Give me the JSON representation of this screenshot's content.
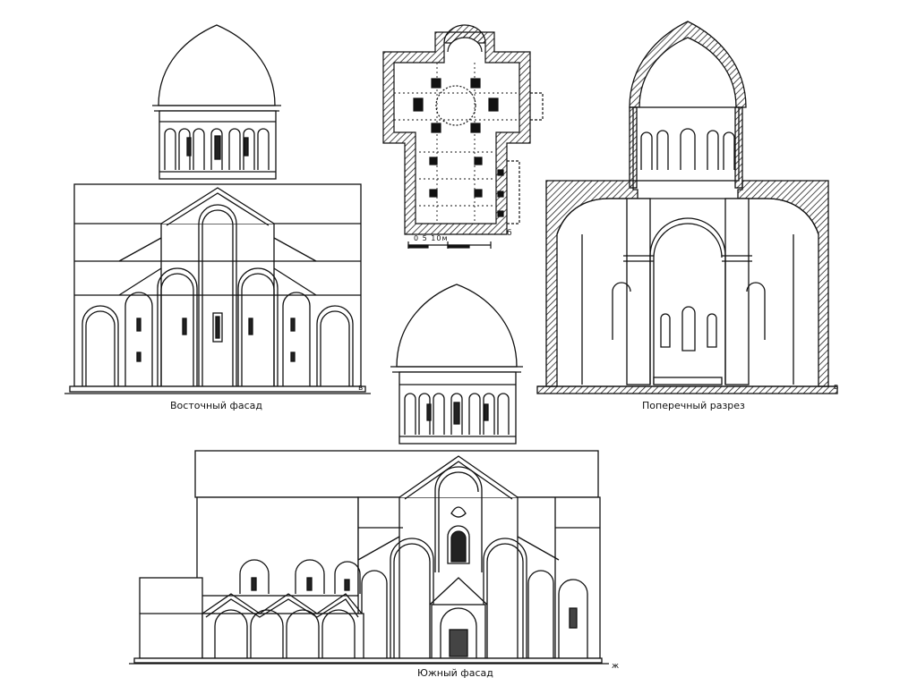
{
  "captions": {
    "east_facade": "Восточный фасад",
    "cross_section": "Поперечный разрез",
    "south_facade": "Южный фасад"
  },
  "marks": {
    "east_facade": "в",
    "plan": "б",
    "cross_section": "в",
    "south_facade": "ж"
  },
  "scale_bar": {
    "label": "0 5 10м"
  }
}
